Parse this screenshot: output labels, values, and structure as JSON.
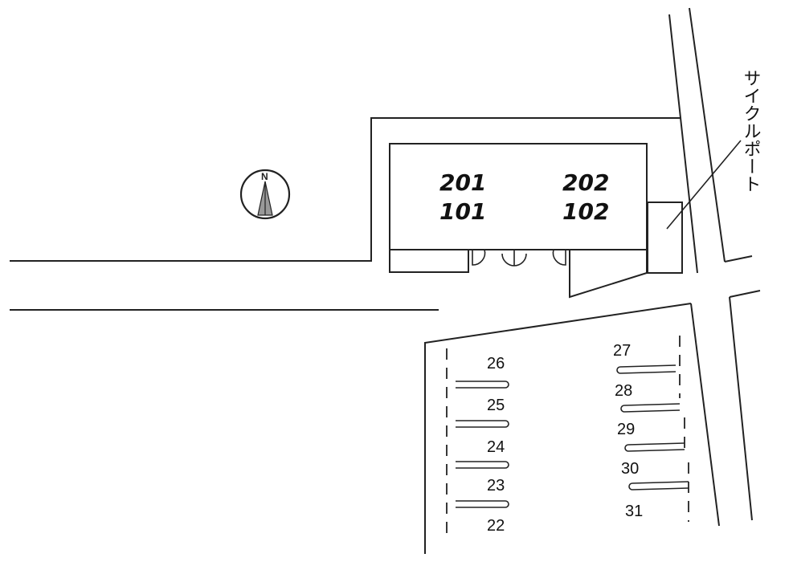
{
  "building": {
    "units": {
      "top_left": "201",
      "bottom_left": "101",
      "top_right": "202",
      "bottom_right": "102"
    }
  },
  "compass": {
    "north_label": "N"
  },
  "cycle_port": {
    "label": "サイクルポート"
  },
  "parking": {
    "left": [
      "26",
      "25",
      "24",
      "23",
      "22"
    ],
    "right": [
      "27",
      "28",
      "29",
      "30",
      "31"
    ]
  }
}
